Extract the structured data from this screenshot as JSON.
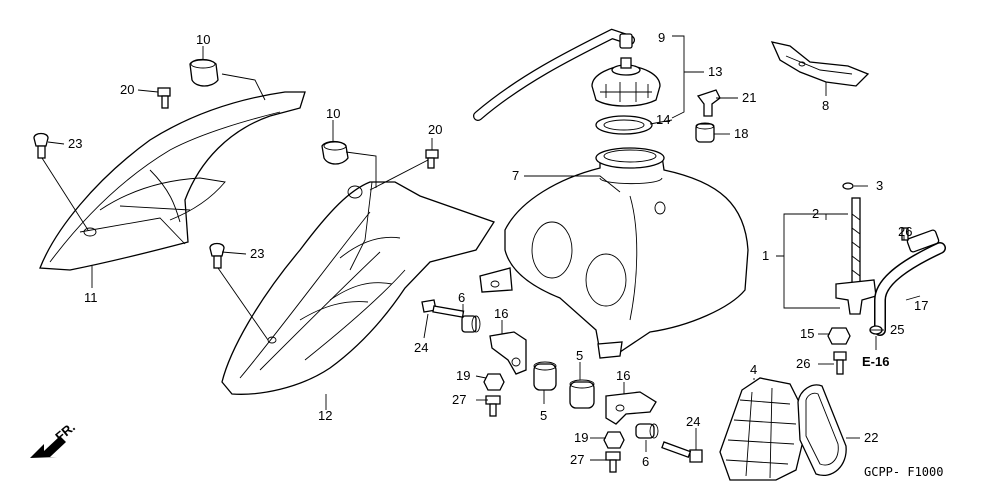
{
  "diagram": {
    "part_codes": [
      "1",
      "2",
      "3",
      "4",
      "5",
      "5",
      "6",
      "6",
      "7",
      "8",
      "9",
      "10",
      "10",
      "11",
      "12",
      "13",
      "14",
      "15",
      "16",
      "16",
      "17",
      "18",
      "19",
      "19",
      "20",
      "20",
      "21",
      "22",
      "23",
      "23",
      "24",
      "24",
      "25",
      "26",
      "26",
      "27",
      "27"
    ],
    "reference": "E-16",
    "front_marker": "FR.",
    "catalog_code": "GCPP- F1000"
  }
}
